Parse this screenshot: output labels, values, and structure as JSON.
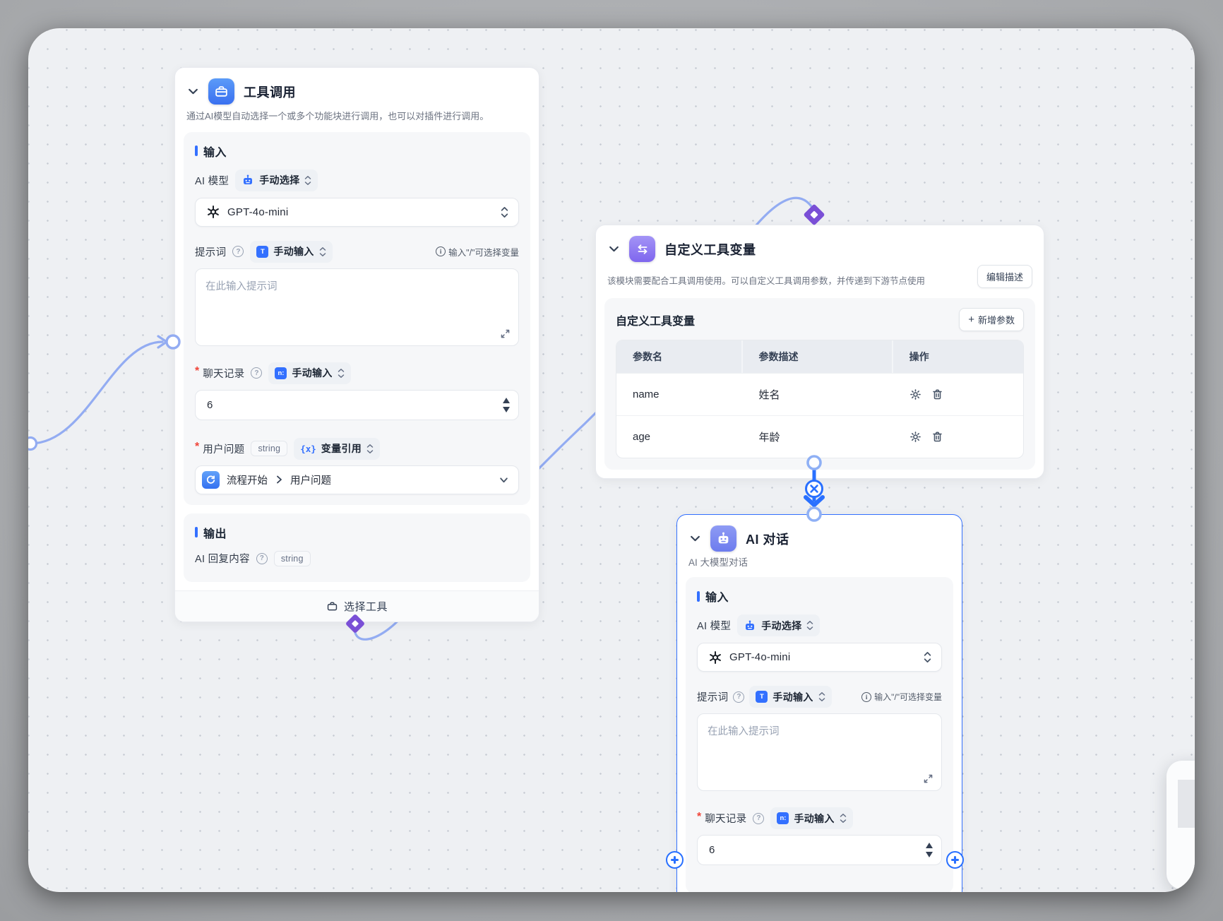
{
  "colors": {
    "accent": "#3370ff",
    "edge": "#93acf2",
    "tool_handle": "#7a4fd6",
    "selected_border": "#3370ff"
  },
  "nodes": {
    "tool_call": {
      "icon": "briefcase-icon",
      "title": "工具调用",
      "description": "通过AI模型自动选择一个或多个功能块进行调用，也可以对插件进行调用。",
      "input_section_title": "输入",
      "ai_model_label": "AI 模型",
      "ai_model_mode": "手动选择",
      "model_value": "GPT-4o-mini",
      "prompt_label": "提示词",
      "prompt_mode": "手动输入",
      "prompt_hint": "输入\"/\"可选择变量",
      "prompt_placeholder": "在此输入提示词",
      "chat_history_label": "聊天记录",
      "chat_history_mode": "手动输入",
      "chat_history_value": "6",
      "user_question_label": "用户问题",
      "user_question_type": "string",
      "user_question_mode": "变量引用",
      "user_question_ref_source": "流程开始",
      "user_question_ref_field": "用户问题",
      "output_section_title": "输出",
      "output_field_label": "AI 回复内容",
      "output_field_type": "string",
      "footer_button": "选择工具"
    },
    "custom_vars": {
      "icon": "sliders-icon",
      "title": "自定义工具变量",
      "description": "该模块需要配合工具调用使用。可以自定义工具调用参数，并传递到下游节点使用",
      "edit_desc_button": "编辑描述",
      "panel_title": "自定义工具变量",
      "add_param_button": "新增参数",
      "table": {
        "headers": [
          "参数名",
          "参数描述",
          "操作"
        ],
        "rows": [
          {
            "name": "name",
            "desc": "姓名"
          },
          {
            "name": "age",
            "desc": "年龄"
          }
        ]
      }
    },
    "ai_chat": {
      "icon": "robot-icon",
      "title": "AI 对话",
      "subtitle": "AI 大模型对话",
      "input_section_title": "输入",
      "ai_model_label": "AI 模型",
      "ai_model_mode": "手动选择",
      "model_value": "GPT-4o-mini",
      "prompt_label": "提示词",
      "prompt_mode": "手动输入",
      "prompt_hint": "输入\"/\"可选择变量",
      "prompt_placeholder": "在此输入提示词",
      "chat_history_label": "聊天记录",
      "chat_history_mode": "手动输入",
      "chat_history_value": "6"
    }
  }
}
